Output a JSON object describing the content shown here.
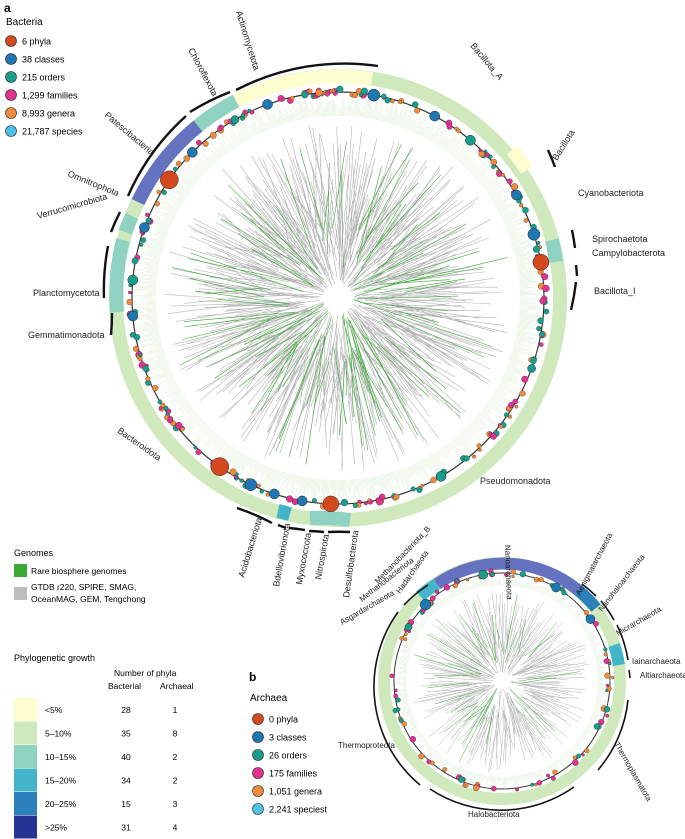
{
  "panel_a": {
    "label": "a",
    "legend_title": "Bacteria",
    "legend": [
      {
        "text": "6 phyla",
        "color": "#d44a1e"
      },
      {
        "text": "38 classes",
        "color": "#1f77b4"
      },
      {
        "text": "215 orders",
        "color": "#1a9e8c"
      },
      {
        "text": "1,299 families",
        "color": "#e0338f"
      },
      {
        "text": "8,993 genera",
        "color": "#f08a3c"
      },
      {
        "text": "21,787 species",
        "color": "#4fc0e8"
      }
    ],
    "phyla": [
      "Actinomycetota",
      "Chloroflexota",
      "Patescibacteria",
      "Omnitrophota",
      "Verrucomicrobiota",
      "Planctomycetota",
      "Gemmatimonadota",
      "Bacteroidota",
      "Acidobacteriota",
      "Bdellovibrionota",
      "Myxococcota",
      "Nitrospirota",
      "Desulfobacterota",
      "Pseudomonadota",
      "Bacillota_I",
      "Campylobacterota",
      "Spirochaetota",
      "Cyanobacteriota",
      "Bacillota",
      "Bacillota_A"
    ]
  },
  "genomes": {
    "title": "Genomes",
    "rare": "Rare biosphere genomes",
    "rare_color": "#3aa935",
    "gtdb_line1": "GTDB r220, SPIRE, SMAG,",
    "gtdb_line2": "OceanMAG, GEM, Tengchong",
    "gtdb_color": "#bdbdbd"
  },
  "growth": {
    "title": "Phylogenetic growth",
    "number_header": "Number of phyla",
    "col_bact": "Bacterial",
    "col_arch": "Archaeal",
    "rows": [
      {
        "label": "<5%",
        "bact": "28",
        "arch": "1",
        "color": "#fdfdcf"
      },
      {
        "label": "5–10%",
        "bact": "35",
        "arch": "8",
        "color": "#cfe9bd"
      },
      {
        "label": "10–15%",
        "bact": "40",
        "arch": "2",
        "color": "#8fd2c2"
      },
      {
        "label": "15–20%",
        "bact": "34",
        "arch": "2",
        "color": "#44b5c8"
      },
      {
        "label": "20–25%",
        "bact": "15",
        "arch": "3",
        "color": "#2c80bb"
      },
      {
        "label": ">25%",
        "bact": "31",
        "arch": "4",
        "color": "#253494"
      }
    ]
  },
  "panel_b": {
    "label": "b",
    "legend_title": "Archaea",
    "legend": [
      {
        "text": "0 phyla",
        "color": "#d44a1e"
      },
      {
        "text": "3 classes",
        "color": "#1f77b4"
      },
      {
        "text": "26 orders",
        "color": "#1a9e8c"
      },
      {
        "text": "175 families",
        "color": "#e0338f"
      },
      {
        "text": "1,051 genera",
        "color": "#f08a3c"
      },
      {
        "text": "2,241 speciest",
        "color": "#4fc0e8"
      }
    ],
    "phyla": [
      "Nanoarchaeota",
      "Aenigmatarchaeota",
      "Nanohaloarchaeota",
      "Micrarchaeota",
      "Iainarchaeota",
      "Altiarchaeota",
      "Thermoplasmatota",
      "Halobacteriota",
      "Thermoproteota",
      "Asgardarchaeota",
      "Methanobacteriota",
      "Methanobacteriota_B",
      "Hadarchaeota"
    ]
  }
}
